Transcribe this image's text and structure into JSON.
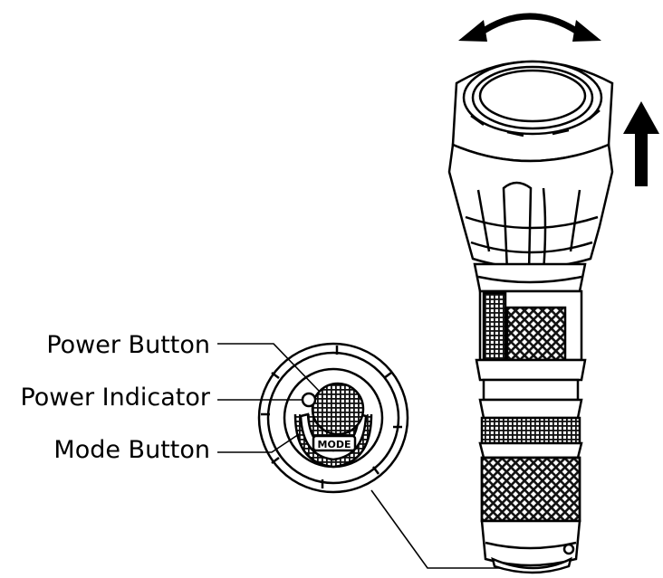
{
  "labels": {
    "power_button": "Power Button",
    "power_indicator": "Power Indicator",
    "mode_button": "Mode Button",
    "mode_engraving": "MODE"
  },
  "icons": {
    "rotate": "double-headed-curved-arrow-icon",
    "pull_up": "up-arrow-icon"
  },
  "colors": {
    "line": "#000000",
    "background": "#ffffff"
  }
}
